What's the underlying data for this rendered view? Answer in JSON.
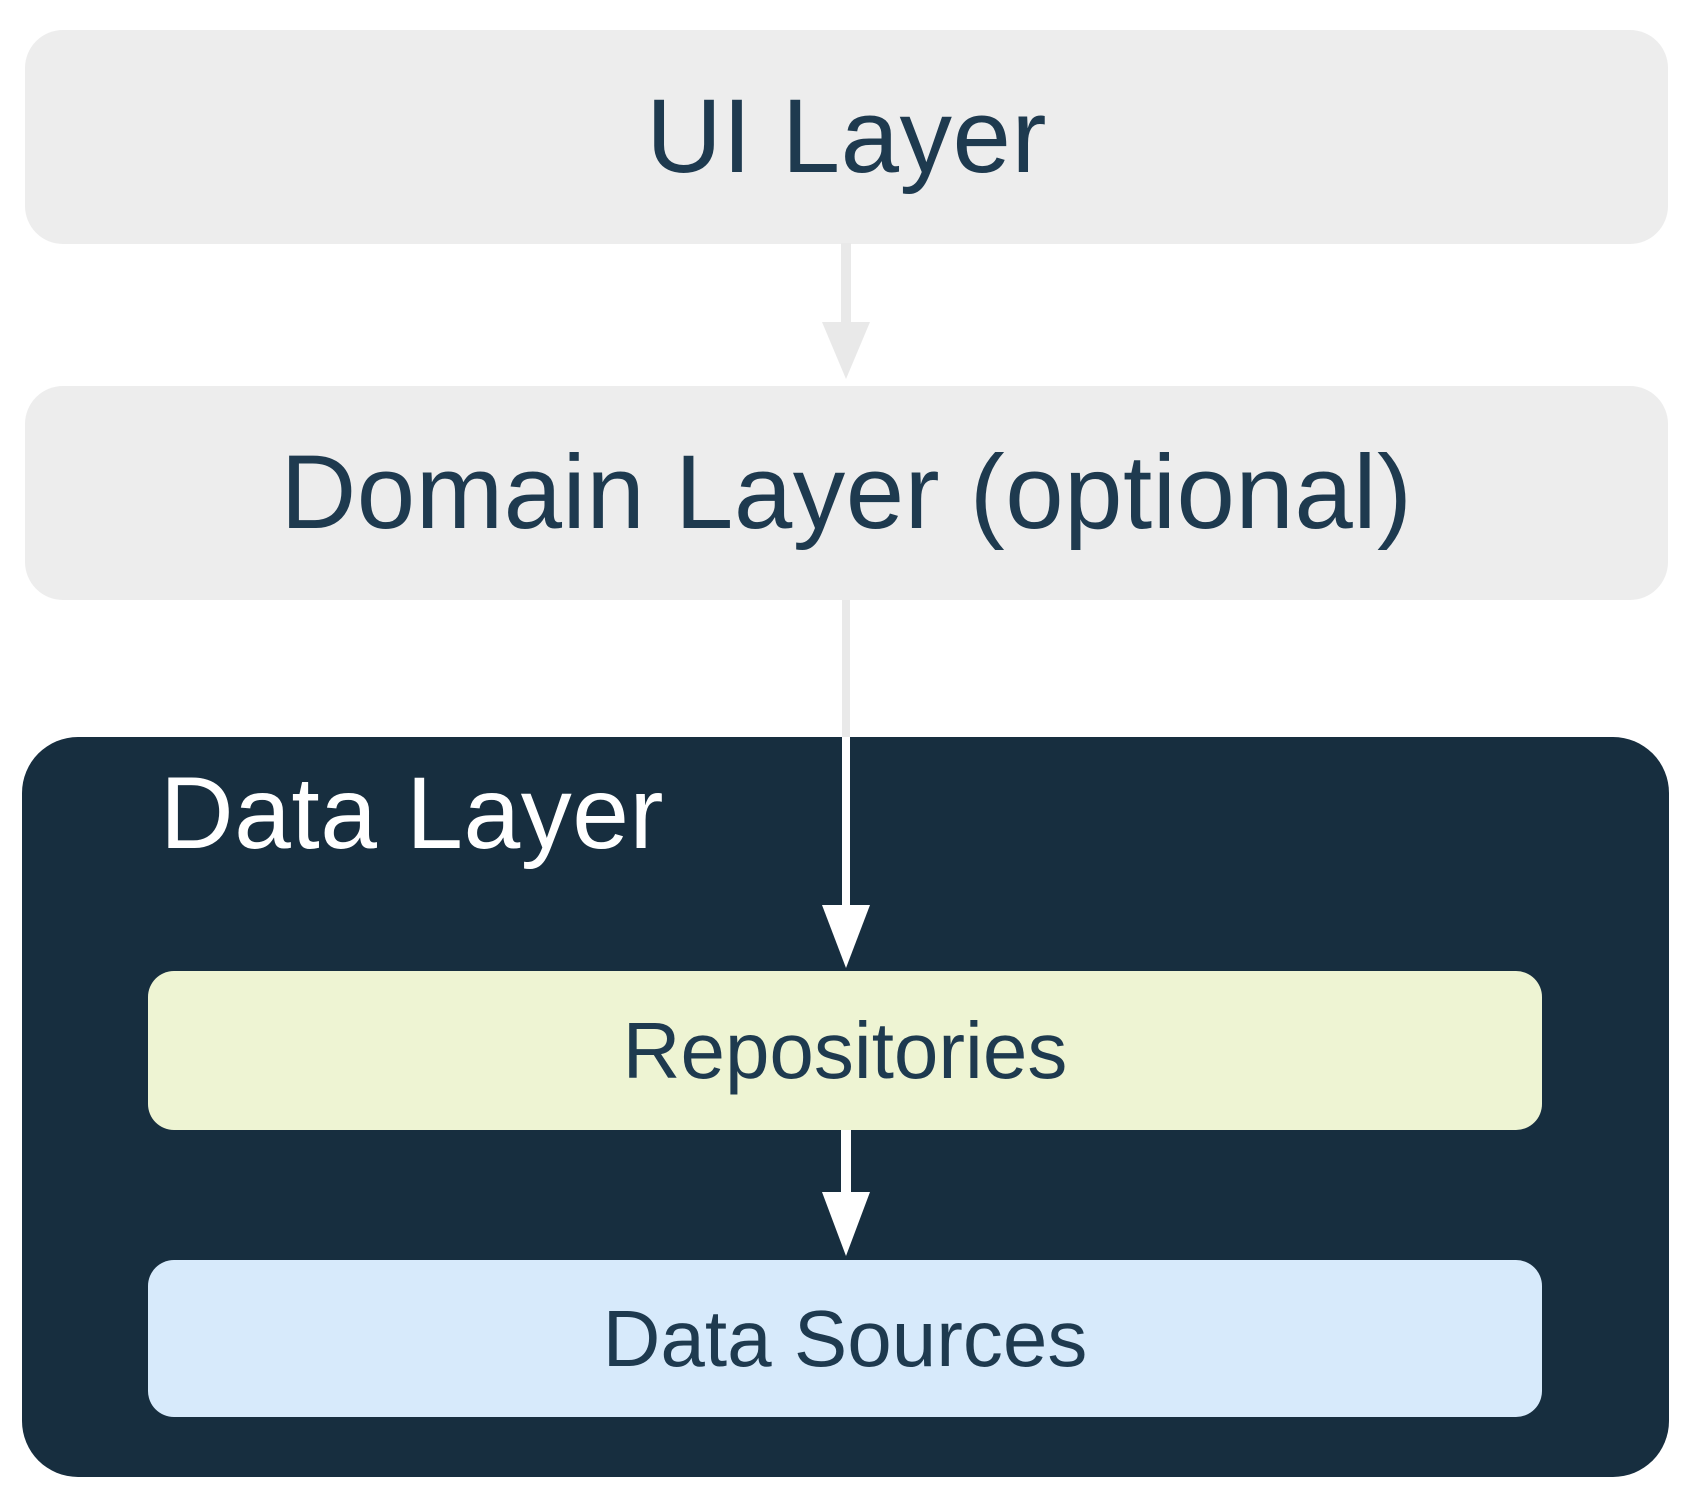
{
  "diagram": {
    "type": "layered-architecture",
    "nodes": {
      "ui_layer": {
        "label": "UI Layer"
      },
      "domain_layer": {
        "label": "Domain Layer (optional)"
      },
      "data_layer": {
        "label": "Data Layer"
      },
      "repositories": {
        "label": "Repositories"
      },
      "data_sources": {
        "label": "Data Sources"
      }
    },
    "edges": [
      {
        "from": "UI Layer",
        "to": "Domain Layer (optional)",
        "style": "gray-filled-arrow"
      },
      {
        "from": "Domain Layer (optional)",
        "to": "Repositories",
        "style": "gray-then-white-filled-arrow"
      },
      {
        "from": "Repositories",
        "to": "Data Sources",
        "style": "white-filled-arrow"
      }
    ]
  },
  "colors": {
    "background": "#FFFFFF",
    "layer_box_gray": "#EDEDED",
    "layer_text_navy": "#1E3A4F",
    "data_layer_navy": "#172E3F",
    "data_layer_title_white": "#FFFFFF",
    "repositories_green": "#EEF4D3",
    "data_sources_blue": "#D7EAFB",
    "arrow_gray": "#E9E9E9",
    "arrow_white": "#FFFFFF"
  }
}
